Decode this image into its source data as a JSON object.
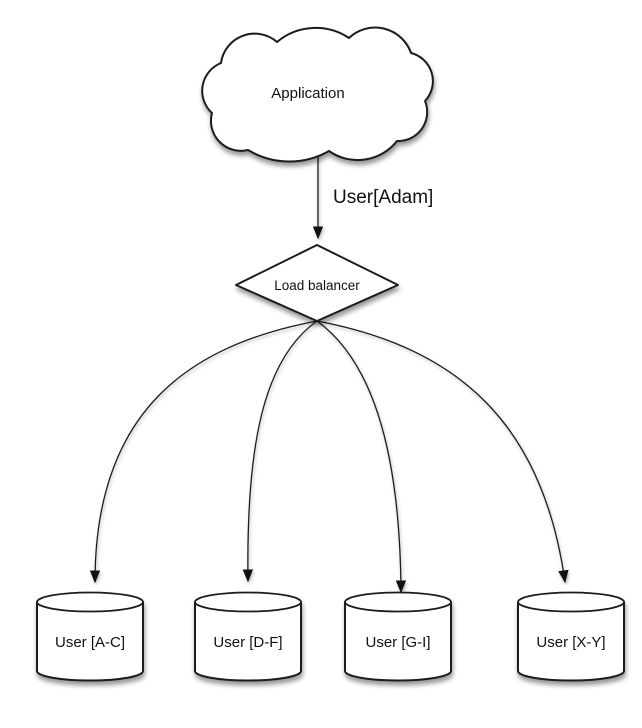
{
  "diagram": {
    "type": "flowchart",
    "background": "#ffffff",
    "stroke_color": "#1c1c1c",
    "text_color": "#111111",
    "nodes": {
      "application": {
        "shape": "cloud",
        "label": "Application"
      },
      "load_balancer": {
        "shape": "diamond",
        "label": "Load balancer"
      },
      "shard_ac": {
        "shape": "cylinder",
        "label": "User [A-C]"
      },
      "shard_df": {
        "shape": "cylinder",
        "label": "User [D-F]"
      },
      "shard_gi": {
        "shape": "cylinder",
        "label": "User [G-I]"
      },
      "shard_xy": {
        "shape": "cylinder",
        "label": "User [X-Y]"
      }
    },
    "edges": [
      {
        "from": "application",
        "to": "load_balancer",
        "label": "User[Adam]"
      },
      {
        "from": "load_balancer",
        "to": "shard_ac",
        "label": ""
      },
      {
        "from": "load_balancer",
        "to": "shard_df",
        "label": ""
      },
      {
        "from": "load_balancer",
        "to": "shard_gi",
        "label": ""
      },
      {
        "from": "load_balancer",
        "to": "shard_xy",
        "label": ""
      }
    ]
  }
}
